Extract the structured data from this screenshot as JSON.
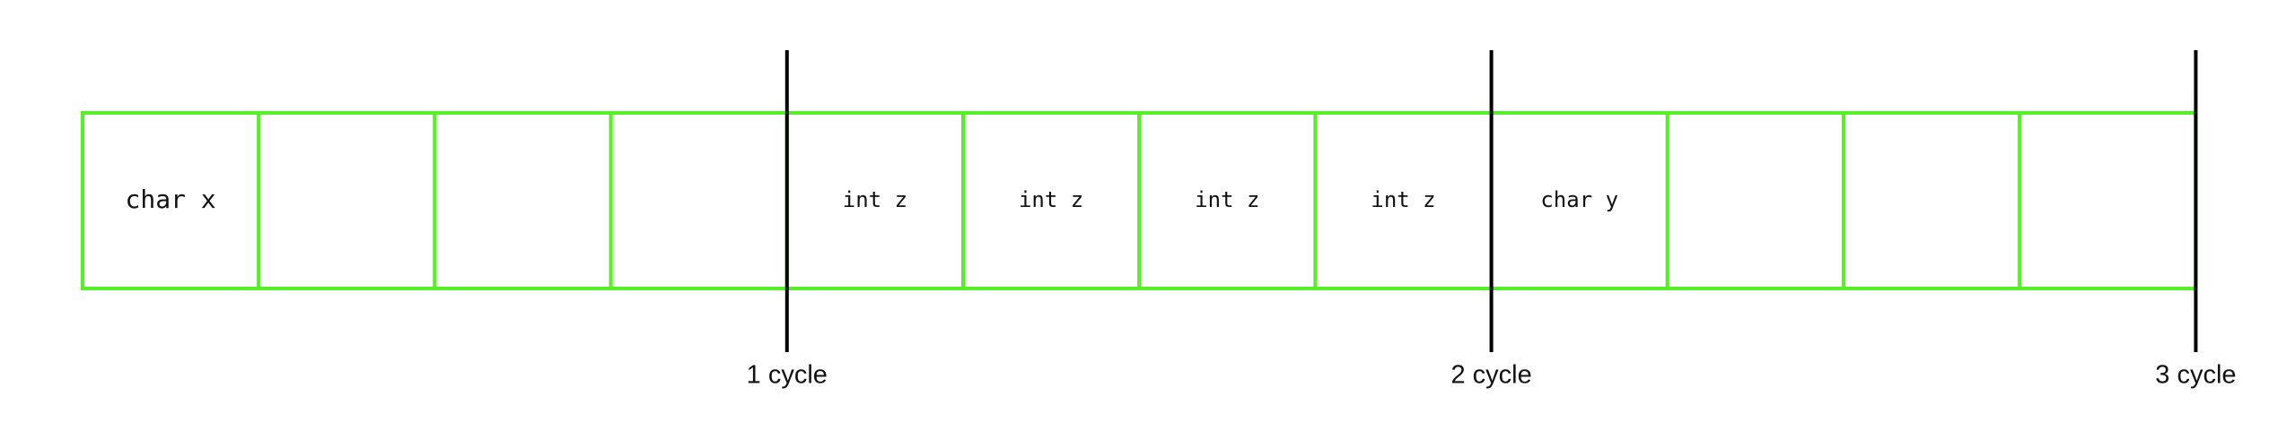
{
  "diagram": {
    "cells": [
      {
        "label": "char x",
        "style": "large"
      },
      {
        "label": "",
        "style": "large"
      },
      {
        "label": "",
        "style": "large"
      },
      {
        "label": "",
        "style": "large"
      },
      {
        "label": "int z",
        "style": "small"
      },
      {
        "label": "int z",
        "style": "small"
      },
      {
        "label": "int z",
        "style": "small"
      },
      {
        "label": "int z",
        "style": "small"
      },
      {
        "label": "char y",
        "style": "small"
      },
      {
        "label": "",
        "style": "small"
      },
      {
        "label": "",
        "style": "small"
      },
      {
        "label": "",
        "style": "small"
      }
    ],
    "boundaries": [
      {
        "after_cell": 4,
        "label": "1 cycle"
      },
      {
        "after_cell": 8,
        "label": "2 cycle"
      },
      {
        "after_cell": 12,
        "label": "3 cycle"
      }
    ]
  },
  "colors": {
    "cell_border": "#56f028",
    "boundary_line": "#000000",
    "text": "#111111"
  }
}
